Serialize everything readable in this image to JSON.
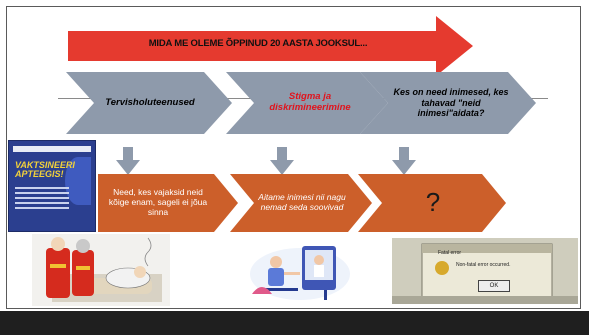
{
  "banner": {
    "text": "MIDA ME OLEME ÕPPINUD 20 AASTA JOOKSUL..."
  },
  "colors": {
    "banner_red": "#e53a2f",
    "chevron_gray": "#8e9aab",
    "pentagon_orange": "#cc5f2a",
    "down_arrow": "#8e9aab",
    "highlight_red": "#e0141d"
  },
  "columns": [
    {
      "heading": "Tervisholuteenused",
      "heading_color": "#111111",
      "item": "Need, kes vajaksid neid kõige enam, sageli ei jõua sinna"
    },
    {
      "heading": "Stigma ja diskrimineerimine",
      "heading_color": "#e0141d",
      "item": "Aitame inimesi nii nagu nemad seda soovivad"
    },
    {
      "heading": "Kes on need inimesed, kes tahavad \"neid inimesi\"aidata?",
      "heading_color": "#111111",
      "item": "?"
    }
  ],
  "poster": {
    "headline": "VAKTSINEERI APTEEGIS!",
    "icon": "vaccination-poster"
  },
  "images": {
    "cartoon": "cartoon-illustration",
    "telehealth": "telehealth-illustration",
    "error_dialog": "error-dialog-screenshot"
  },
  "dialog": {
    "title": "Fatal error",
    "message": "Non-fatal error occurred.",
    "button": "OK"
  }
}
